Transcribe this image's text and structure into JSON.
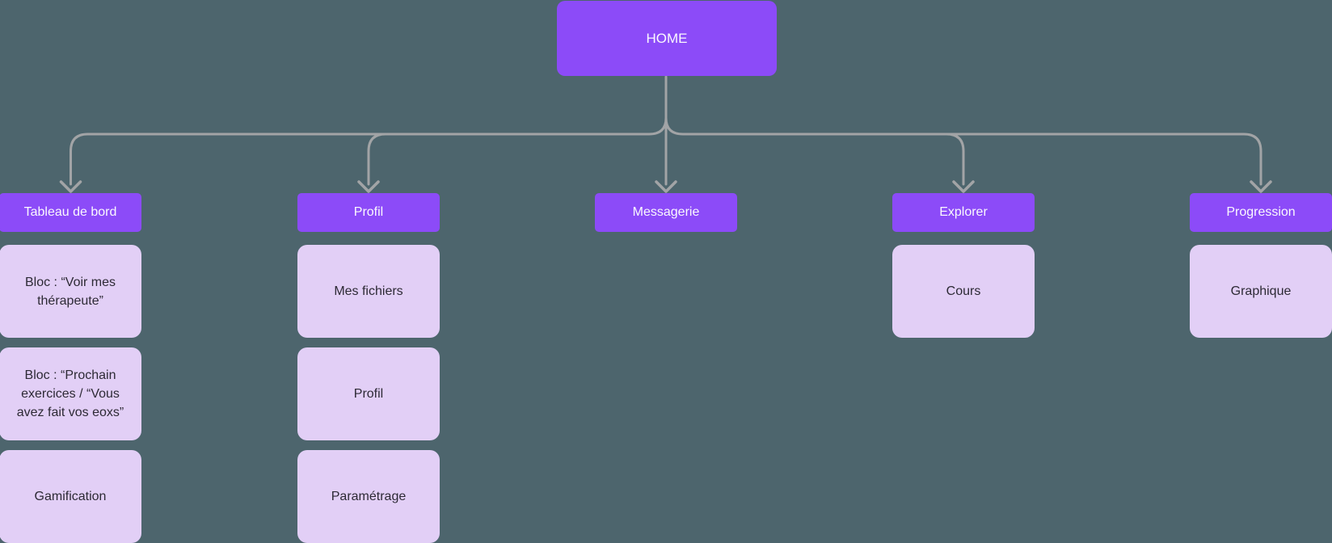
{
  "diagram": {
    "root": {
      "label": "HOME"
    },
    "columns": [
      {
        "label": "Tableau de bord",
        "children": [
          "Bloc : “Voir mes thérapeute”",
          "Bloc : “Prochain exercices / “Vous avez fait vos eoxs”",
          "Gamification"
        ]
      },
      {
        "label": "Profil",
        "children": [
          "Mes fichiers",
          "Profil",
          "Paramétrage"
        ]
      },
      {
        "label": "Messagerie",
        "children": []
      },
      {
        "label": "Explorer",
        "children": [
          "Cours"
        ]
      },
      {
        "label": "Progression",
        "children": [
          "Graphique"
        ]
      }
    ],
    "colors": {
      "background": "#4D656D",
      "node_purple": "#8C4BF8",
      "child_lavender": "#E2CFF6",
      "connector_gray": "#A2A4A6",
      "node_text": "#FAF8FE",
      "child_text": "#2D2A35"
    }
  }
}
